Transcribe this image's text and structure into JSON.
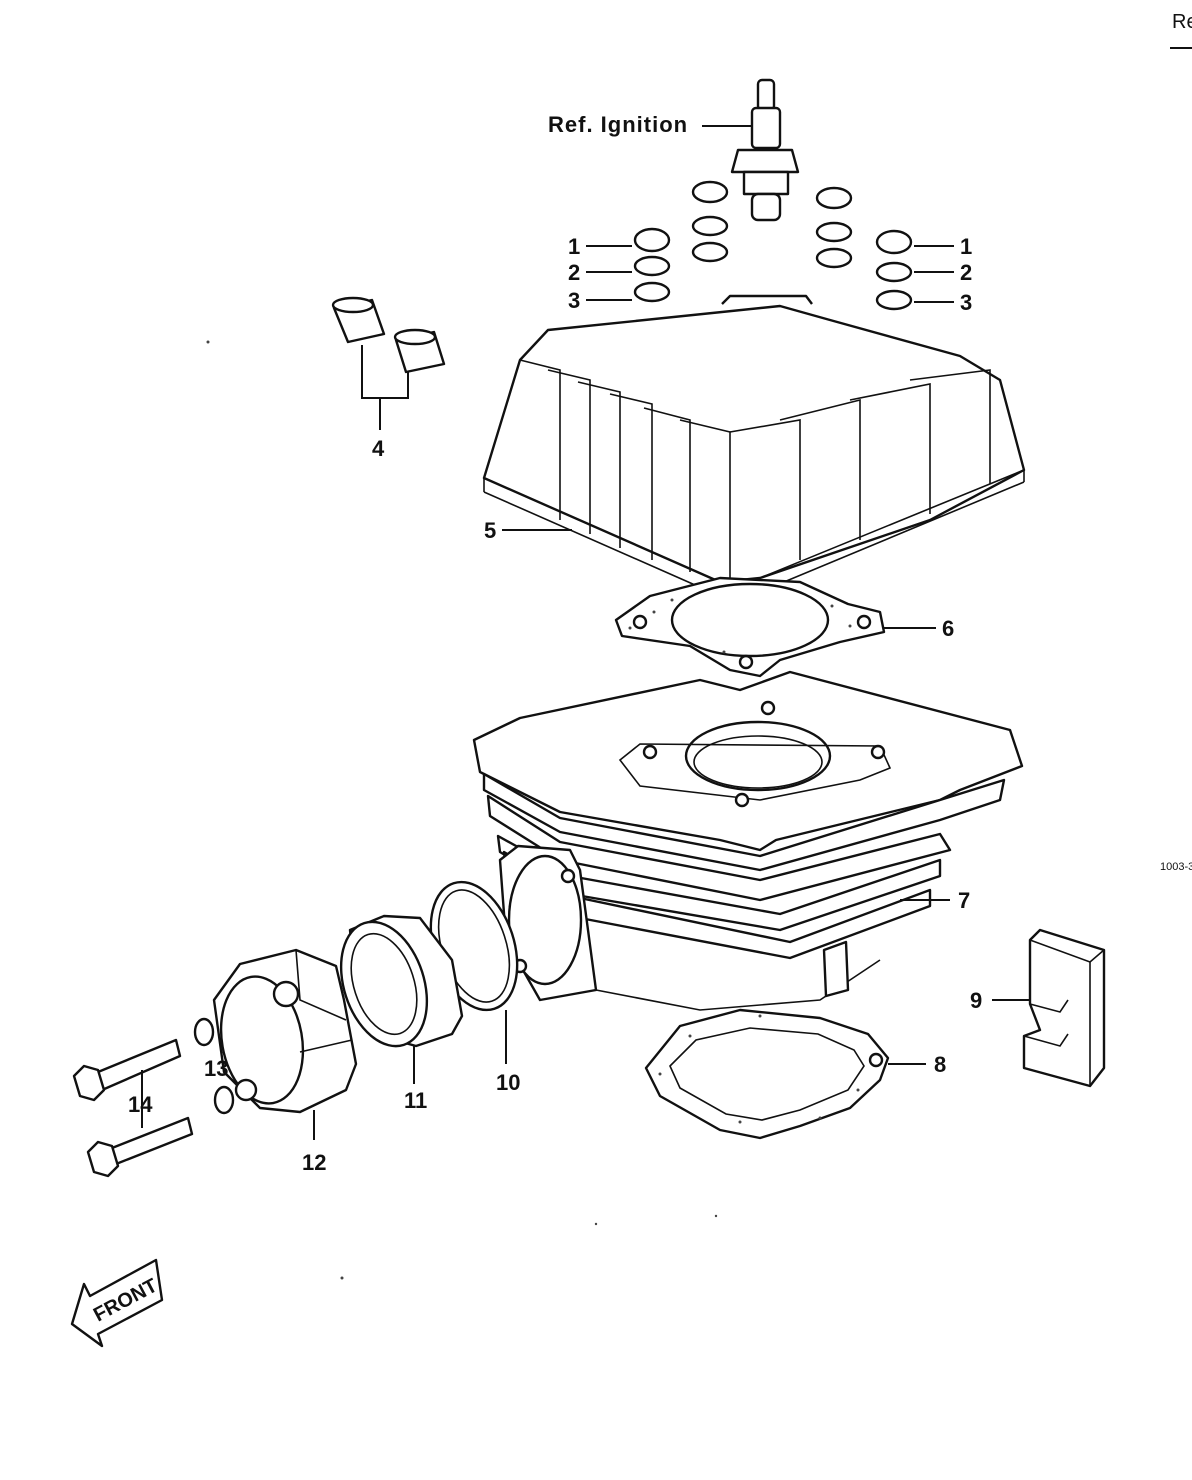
{
  "corner_text": "Re",
  "side_code": "1003-3",
  "reference": {
    "ignition": "Ref.  Ignition"
  },
  "front_label": "FRONT",
  "callouts": {
    "c1_left": "1",
    "c2_left": "2",
    "c3_left": "3",
    "c1_right": "1",
    "c2_right": "2",
    "c3_right": "3",
    "c4": "4",
    "c5": "5",
    "c6": "6",
    "c7": "7",
    "c8": "8",
    "c9": "9",
    "c10": "10",
    "c11": "11",
    "c12": "12",
    "c13": "13",
    "c14": "14"
  }
}
